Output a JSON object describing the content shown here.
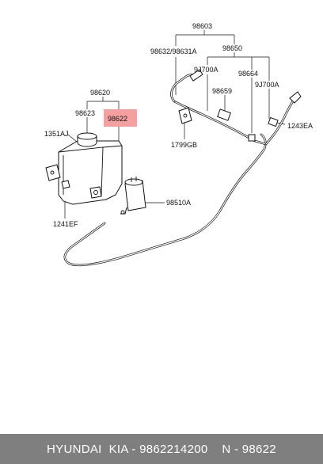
{
  "diagram": {
    "labels": {
      "l98603": "98603",
      "l98632": "98632/98631A",
      "l98650": "98650",
      "l9J700A_left": "9J700A",
      "l98664": "98664",
      "l9J700A_right": "9J700A",
      "l98659": "98659",
      "l1243EA": "1243EA",
      "l1799GB": "1799GB",
      "l98620": "98620",
      "l98623": "98623",
      "l98622": "98622",
      "l1351AJ": "1351AJ",
      "l98510A": "98510A",
      "l1241EF": "1241EF"
    },
    "highlight_color": "#f4a0a0"
  },
  "footer": {
    "text": "HYUNDAI  KIA - 9862214200    N - 98622"
  }
}
